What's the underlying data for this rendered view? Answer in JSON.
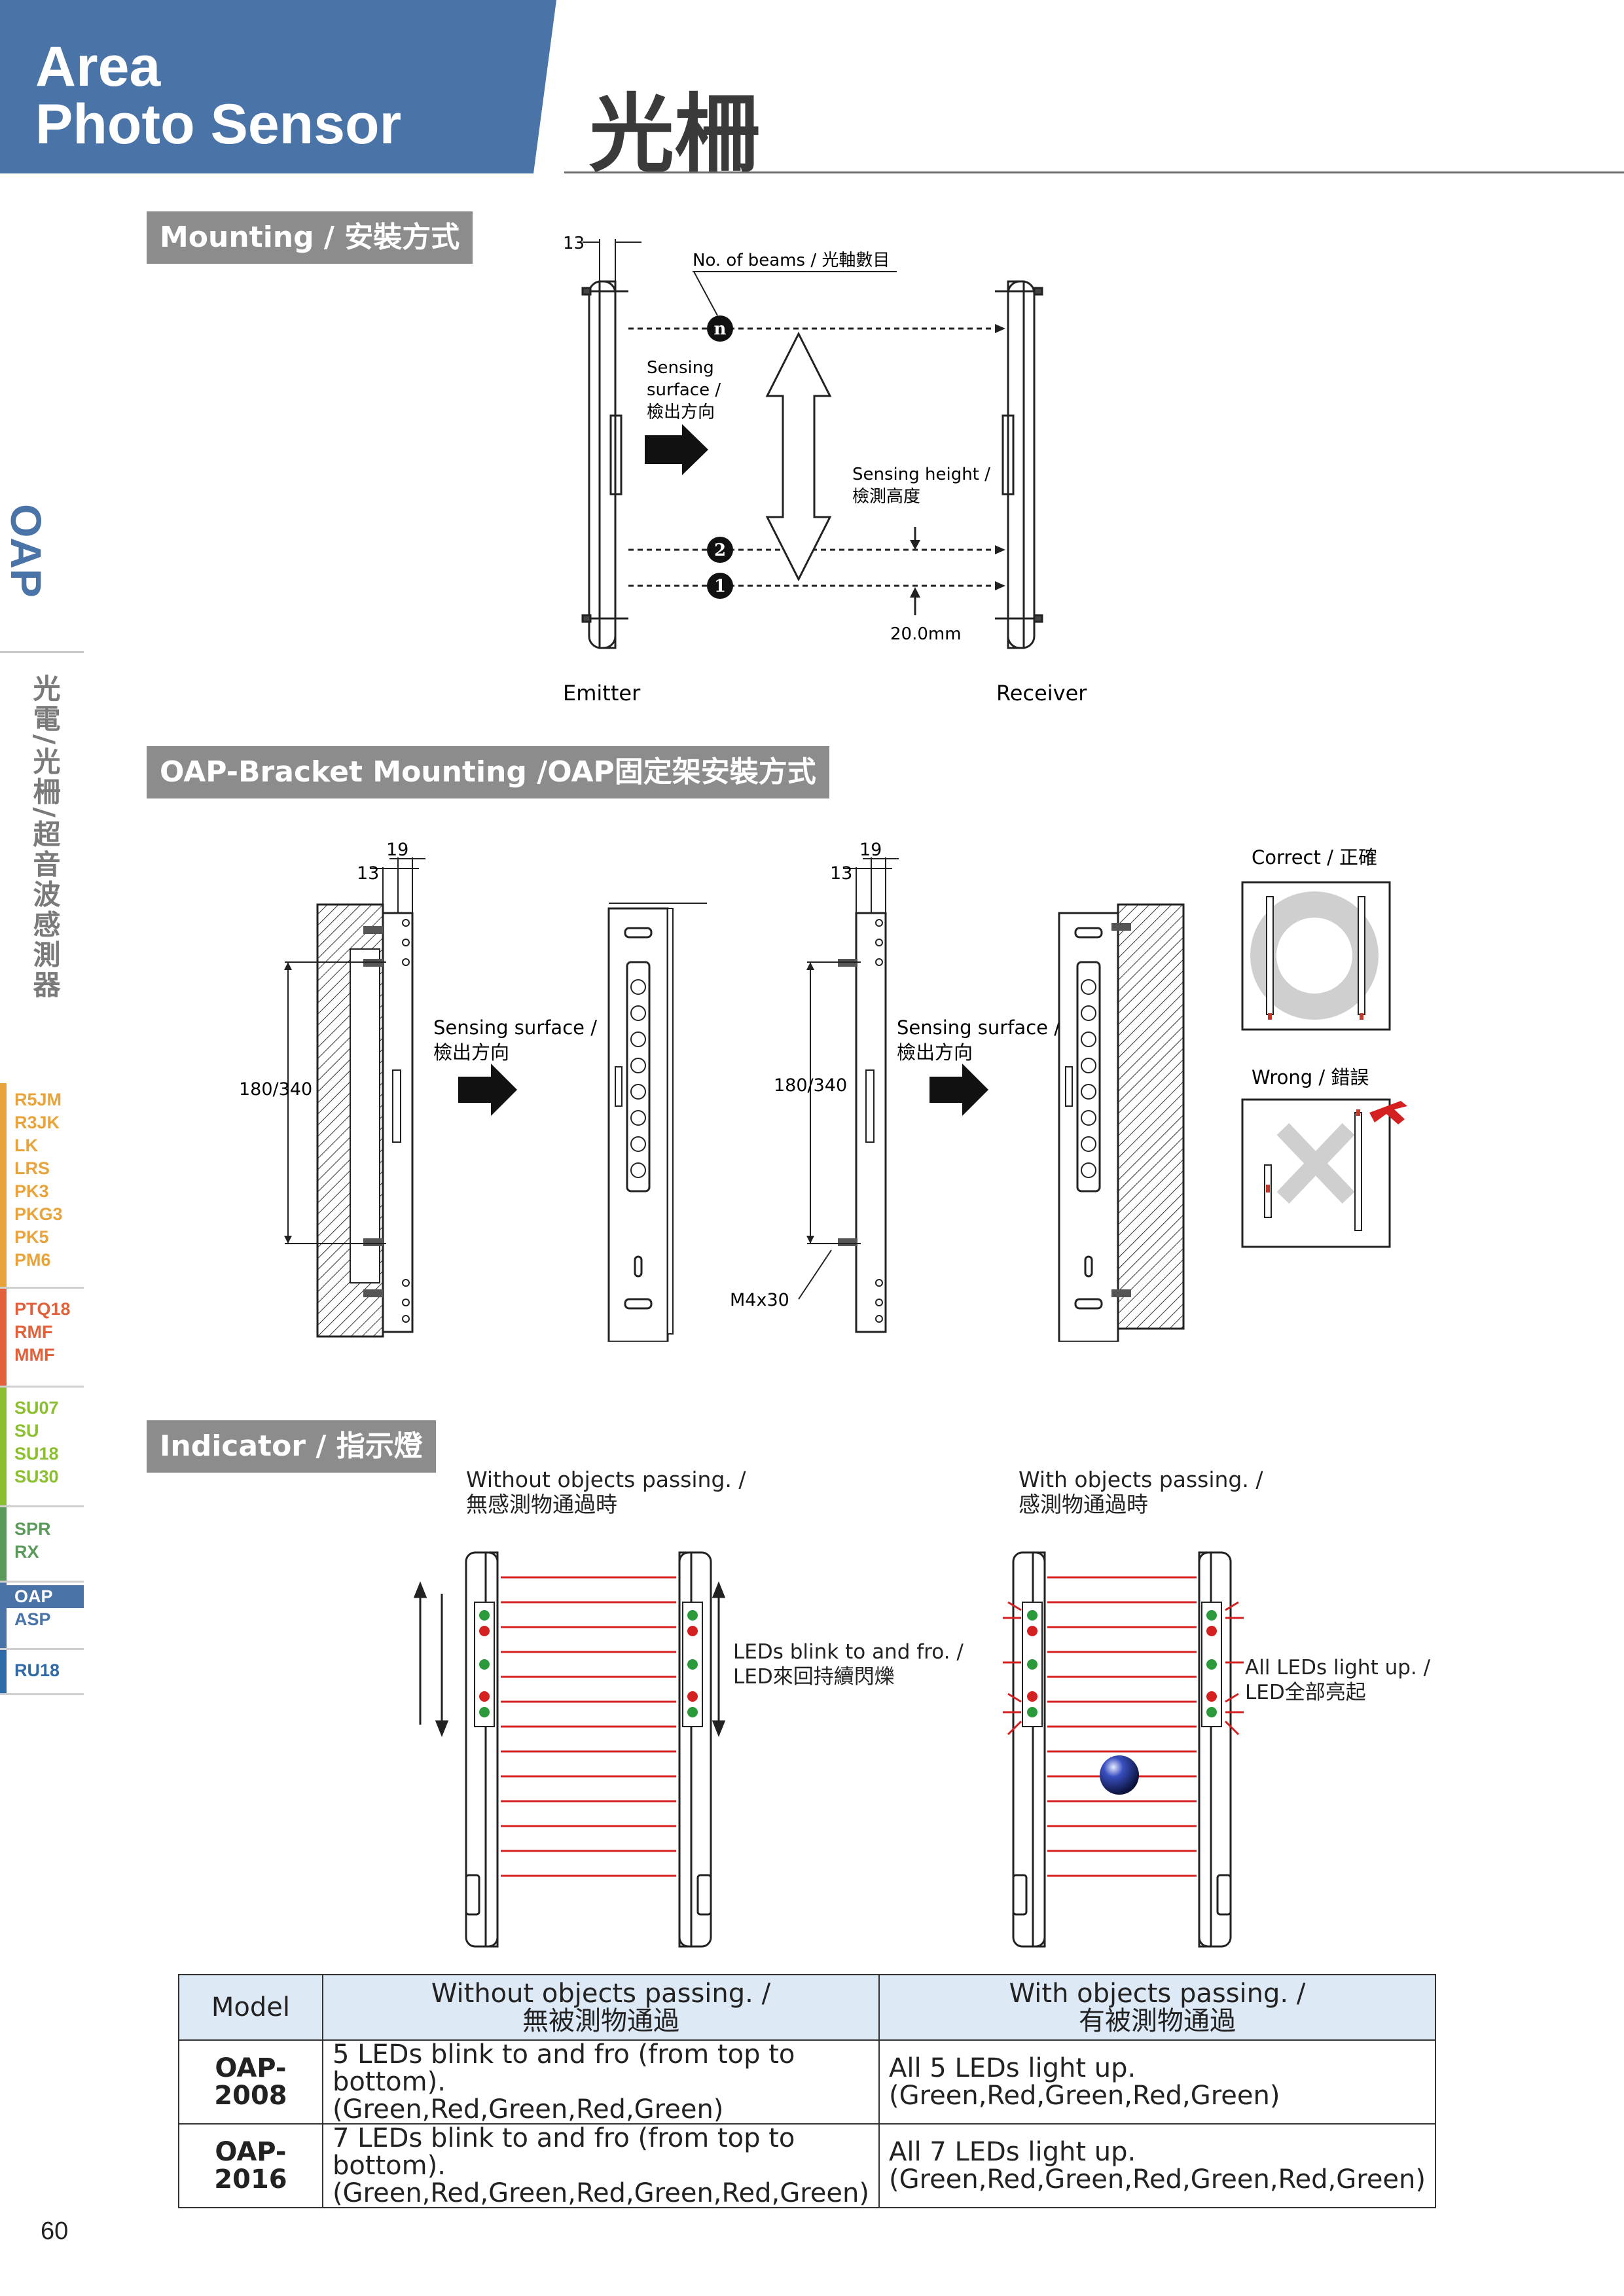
{
  "header": {
    "title_line1": "Area",
    "title_line2": "Photo Sensor",
    "title_cn": "光柵",
    "brand_color": "#4a73a8"
  },
  "sidebar": {
    "series": "OAP",
    "category_cn": "光電/光柵/超音波感測器",
    "groups": [
      {
        "color": "#e8a33a",
        "items": [
          "R5JM",
          "R3JK",
          "LK",
          "LRS",
          "PK3",
          "PKG3",
          "PK5",
          "PM6"
        ]
      },
      {
        "color": "#e2603a",
        "items": [
          "PTQ18",
          "RMF",
          "MMF"
        ]
      },
      {
        "color": "#8cbf2f",
        "items": [
          "SU07",
          "SU",
          "SU18",
          "SU30"
        ]
      },
      {
        "color": "#5a9a5a",
        "items": [
          "SPR",
          "RX"
        ]
      },
      {
        "color": "#4a73a8",
        "items": [
          "OAP",
          "ASP"
        ],
        "active": "OAP"
      },
      {
        "color": "#2f6aa8",
        "items": [
          "RU18"
        ]
      }
    ]
  },
  "mounting": {
    "section_title": "Mounting / 安裝方式",
    "dim_13": "13",
    "beams_label": "No. of beams / 光軸數目",
    "beam_n": "n",
    "beam_2": "2",
    "beam_1": "1",
    "sensing_surface": [
      "Sensing",
      "surface /",
      "檢出方向"
    ],
    "sensing_height": [
      "Sensing height /",
      "檢測高度"
    ],
    "pitch": "20.0mm",
    "emitter": "Emitter",
    "receiver": "Receiver"
  },
  "bracket": {
    "section_title": "OAP-Bracket Mounting /OAP固定架安裝方式",
    "dim_19": "19",
    "dim_13": "13",
    "height": "180/340",
    "sensing_surface": [
      "Sensing surface /",
      "檢出方向"
    ],
    "screw": "M4x30",
    "correct": "Correct / 正確",
    "wrong": "Wrong / 錯誤"
  },
  "indicator": {
    "section_title": "Indicator / 指示燈",
    "without": [
      "Without objects passing. /",
      "無感測物通過時"
    ],
    "with": [
      "With objects passing. /",
      "感測物通過時"
    ],
    "blink_note": [
      "LEDs blink to and fro. /",
      "LED來回持續閃爍"
    ],
    "all_note": [
      "All LEDs light up. /",
      "LED全部亮起"
    ]
  },
  "table": {
    "headers": [
      {
        "l1": "Model",
        "l2": ""
      },
      {
        "l1": "Without objects passing. /",
        "l2": "無被測物通過"
      },
      {
        "l1": "With objects passing. /",
        "l2": "有被測物通過"
      }
    ],
    "rows": [
      {
        "model": "OAP-2008",
        "without_l1": "5 LEDs blink to and fro (from top to bottom).",
        "without_l2": "(Green,Red,Green,Red,Green)",
        "with_l1": "All 5 LEDs light up.",
        "with_l2": "(Green,Red,Green,Red,Green)"
      },
      {
        "model": "OAP-2016",
        "without_l1": "7 LEDs blink to and fro (from top to bottom).",
        "without_l2": "(Green,Red,Green,Red,Green,Red,Green)",
        "with_l1": "All 7 LEDs light up.",
        "with_l2": "(Green,Red,Green,Red,Green,Red,Green)"
      }
    ]
  },
  "page_number": "60",
  "colors": {
    "beam_red": "#d42020",
    "led_green": "#2a9a3a",
    "led_red": "#d42020",
    "section_gray": "#8c8c8c"
  }
}
